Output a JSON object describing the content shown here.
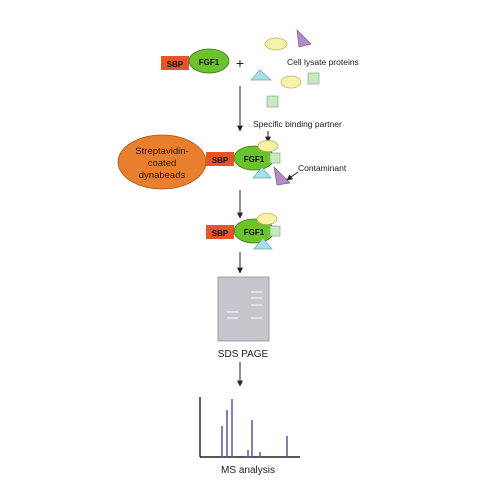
{
  "constructs": {
    "sbp": "SBP",
    "fgf1": "FGF1"
  },
  "labels": {
    "plus": "+",
    "cell_lysate": "Cell lysate proteins",
    "specific_binding": "Specific binding partner",
    "beads_line1": "Streptavidin-",
    "beads_line2": "coated",
    "beads_line3": "dynabeads",
    "contaminant": "Contaminant",
    "sds_page": "SDS PAGE",
    "ms_analysis": "MS analysis"
  },
  "colors": {
    "sbp": "#e8542a",
    "fgf1": "#6cc22a",
    "beads": "#e87f2e",
    "oval_protein": "#f7f2a6",
    "triangle_purple": "#b58ac8",
    "triangle_blue": "#a6dfe6",
    "square_green": "#c7e8c0",
    "gel": "#c6c6cc",
    "peaks": "#6b5ca8",
    "arrow": "#222222"
  }
}
